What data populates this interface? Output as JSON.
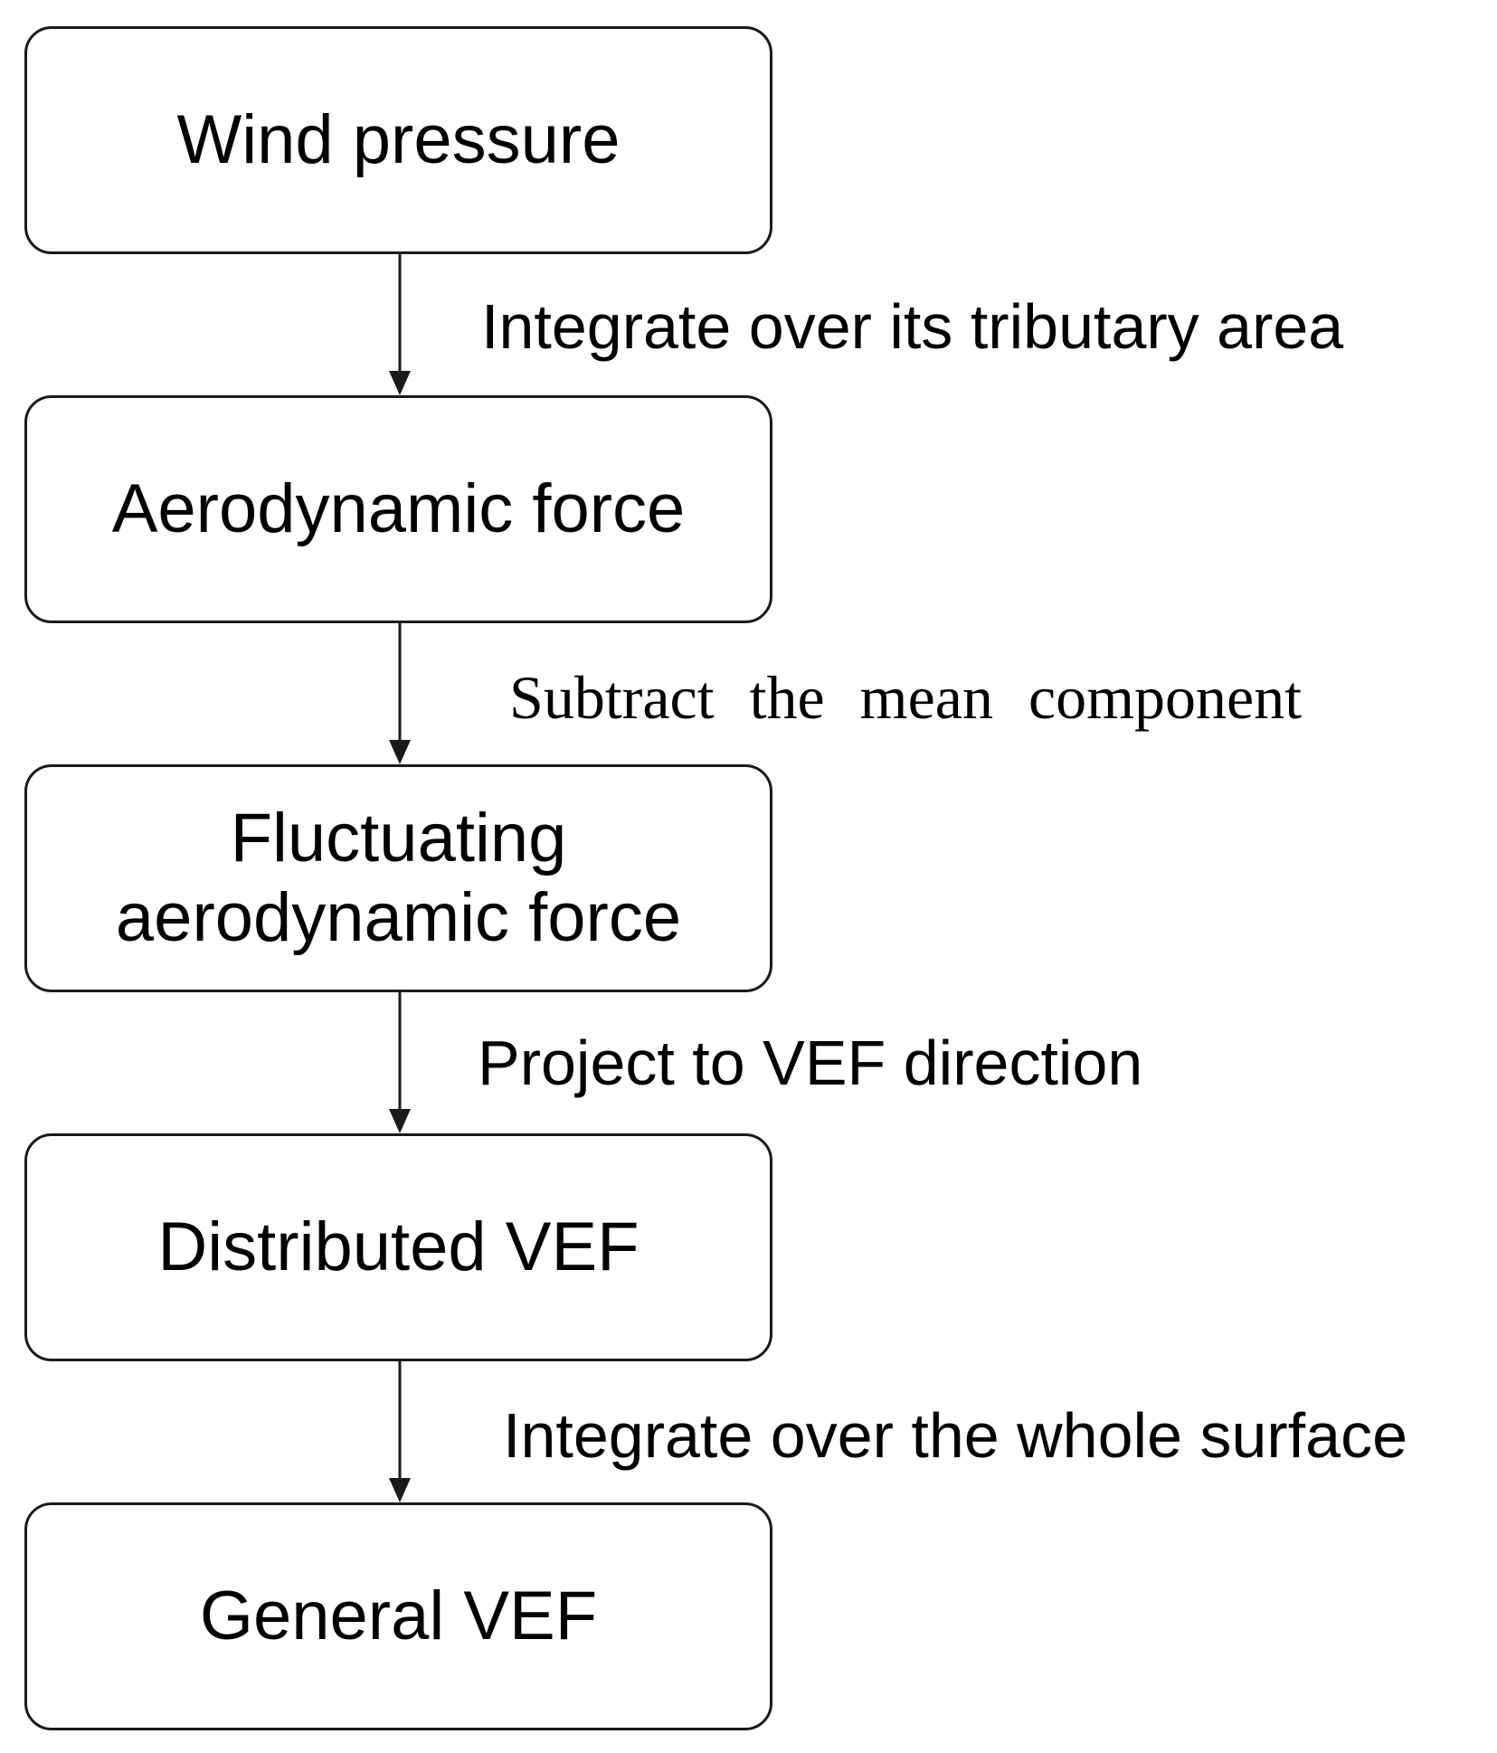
{
  "colors": {
    "stroke": "#1a1a1a",
    "text": "#000000",
    "background": "#ffffff"
  },
  "boxes": [
    {
      "lines": [
        "Wind pressure"
      ]
    },
    {
      "lines": [
        "Aerodynamic force"
      ]
    },
    {
      "lines": [
        "Fluctuating",
        "aerodynamic force"
      ]
    },
    {
      "lines": [
        "Distributed VEF"
      ]
    },
    {
      "lines": [
        "General VEF"
      ]
    }
  ],
  "steps": [
    {
      "label": "Integrate over its tributary area"
    },
    {
      "label": "Subtract the mean component"
    },
    {
      "label": "Project to VEF direction"
    },
    {
      "label": "Integrate over the whole surface"
    }
  ]
}
